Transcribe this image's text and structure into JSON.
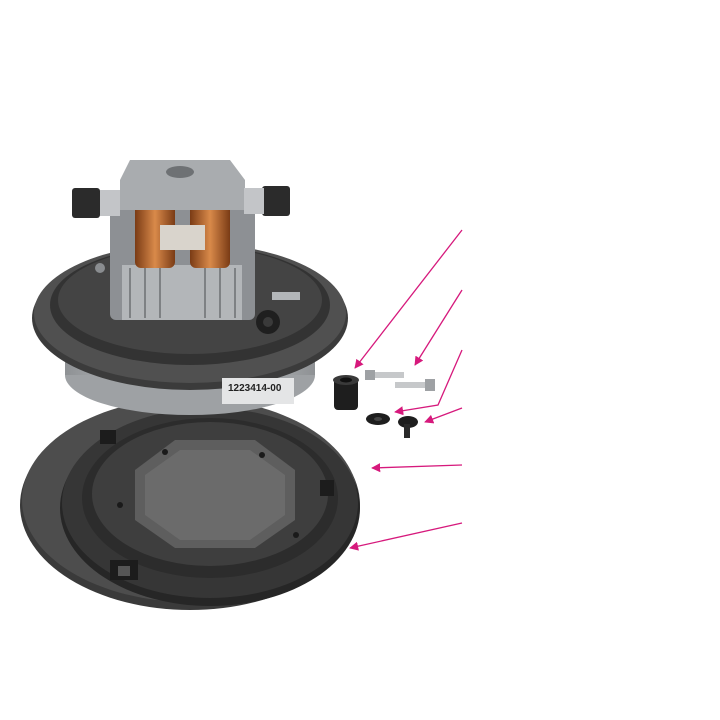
{
  "product": {
    "part_number": "1223414-00"
  },
  "colors": {
    "leader_line": "#d6197c",
    "gasket": "#4a4a4a",
    "gasket_dark": "#2c2c2c",
    "housing": "#b9bcbf",
    "copper": "#b8652e",
    "steel": "#9a9da0"
  },
  "callouts": [
    {
      "id": "rubber-grommet"
    },
    {
      "id": "mounting-screws"
    },
    {
      "id": "washer"
    },
    {
      "id": "small-screw"
    },
    {
      "id": "upper-gasket"
    },
    {
      "id": "lower-gasket"
    }
  ]
}
